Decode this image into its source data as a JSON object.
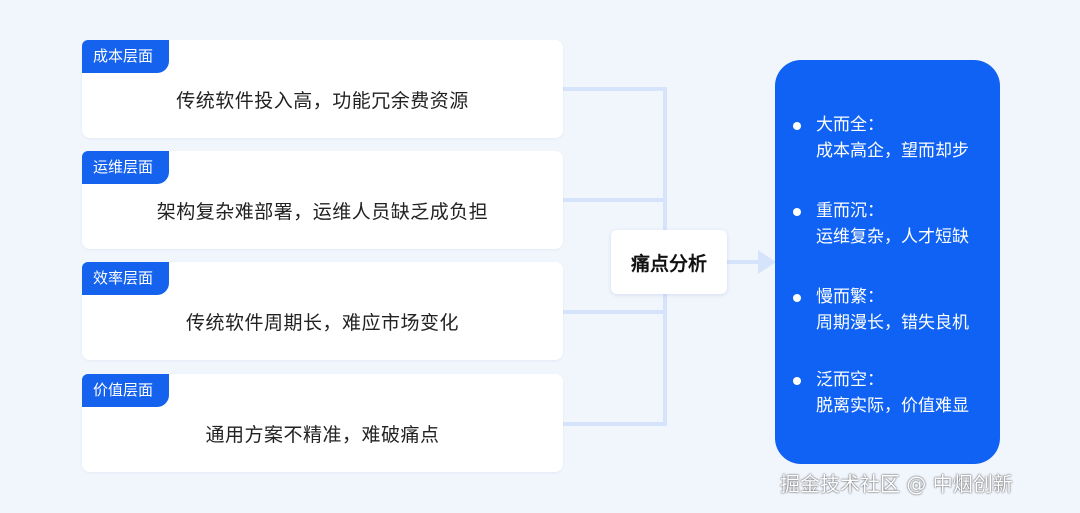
{
  "layers": [
    {
      "tag": "成本层面",
      "text": "传统软件投入高，功能冗余费资源"
    },
    {
      "tag": "运维层面",
      "text": "架构复杂难部署，运维人员缺乏成负担"
    },
    {
      "tag": "效率层面",
      "text": "传统软件周期长，难应市场变化"
    },
    {
      "tag": "价值层面",
      "text": "通用方案不精准，难破痛点"
    }
  ],
  "center": {
    "label": "痛点分析"
  },
  "summary": [
    {
      "title": "大而全：",
      "desc": "成本高企，望而却步"
    },
    {
      "title": "重而沉：",
      "desc": "运维复杂，人才短缺"
    },
    {
      "title": "慢而繁：",
      "desc": "周期漫长，错失良机"
    },
    {
      "title": "泛而空：",
      "desc": "脱离实际，价值难显"
    }
  ],
  "watermark": "掘金技术社区 @ 中烟创新",
  "colors": {
    "accent": "#0f62f4",
    "tag": "#1462ee",
    "connector": "#d6e4fb",
    "background": "#f1f5fc"
  }
}
